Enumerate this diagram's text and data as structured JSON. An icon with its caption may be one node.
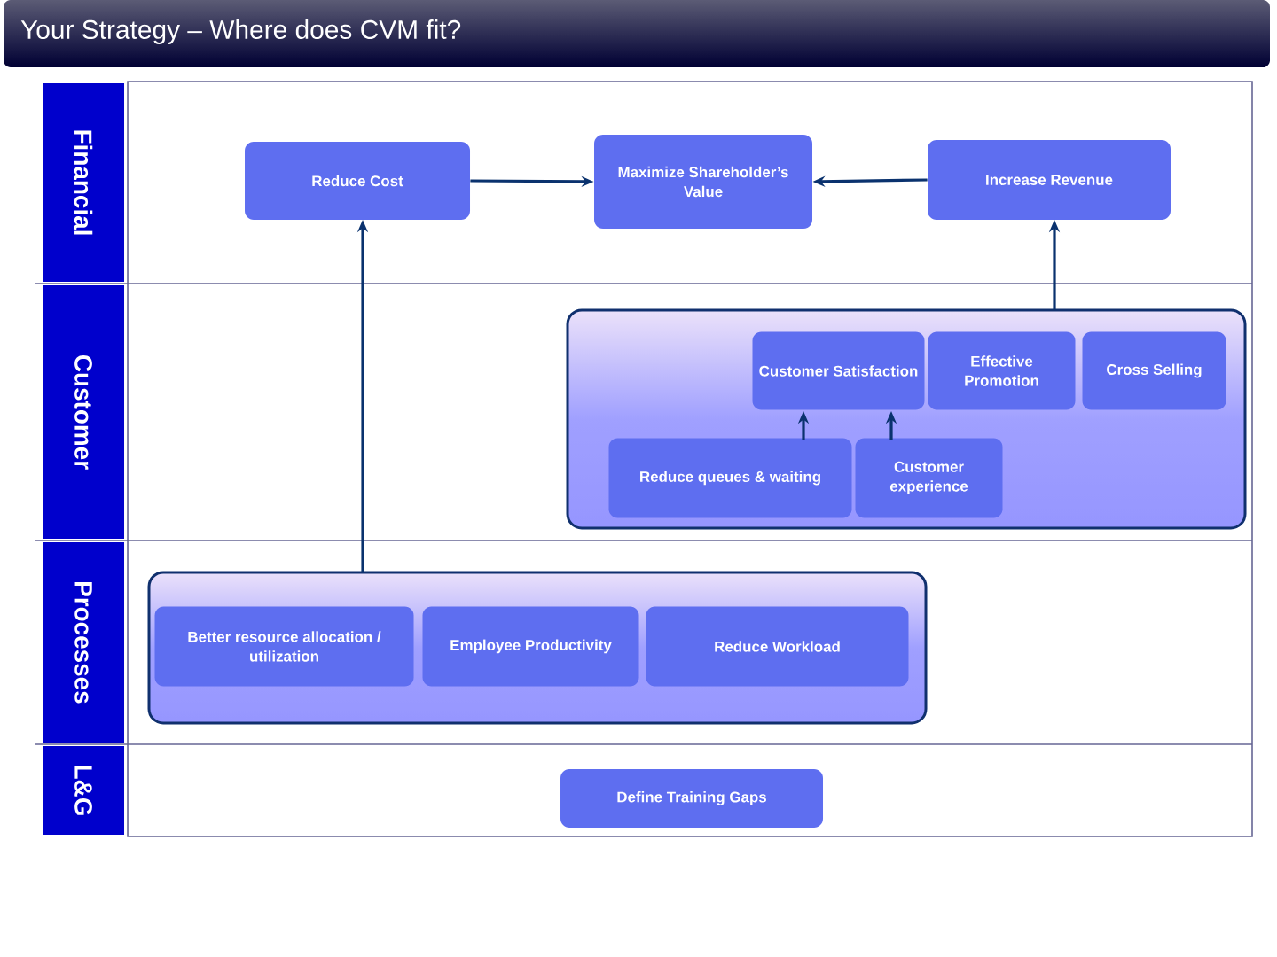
{
  "diagram": {
    "title": "Your Strategy – Where does CVM fit?",
    "nodes": [
      {
        "text": [
          "Financial"
        ]
      },
      {
        "text": [
          "Customer"
        ]
      },
      {
        "text": [
          "Processes"
        ]
      },
      {
        "text": [
          "L&G"
        ]
      },
      {
        "text": [
          "Reduce Cost"
        ]
      },
      {
        "text": [
          "Maximize Shareholder’s Value"
        ]
      },
      {
        "text": [
          "Increase Revenue"
        ]
      },
      {
        "text": [],
        "shape": "box"
      },
      {
        "text": [
          "Customer Satisfaction"
        ],
        "in": 7
      },
      {
        "text": [
          "Effective Promotion"
        ],
        "in": 7
      },
      {
        "text": [
          "Cross Selling"
        ],
        "in": 7
      },
      {
        "text": [
          "Reduce queues & waiting"
        ],
        "in": 7
      },
      {
        "text": [
          "Customer experience"
        ],
        "in": 7
      },
      {
        "text": [],
        "shape": "box"
      },
      {
        "text": [
          "Better resource allocation / utilization"
        ],
        "in": 13
      },
      {
        "text": [
          "Employee Productivity"
        ],
        "in": 13
      },
      {
        "text": [
          "Reduce Workload"
        ],
        "in": 13
      },
      {
        "text": [
          "Define Training Gaps"
        ]
      }
    ],
    "edges": [
      {
        "from": 4,
        "to": 5,
        "arrow": "to"
      },
      {
        "from": 6,
        "to": 5,
        "arrow": "to"
      },
      {
        "from": 7,
        "to": 6,
        "arrow": "to"
      },
      {
        "from": 13,
        "to": 4,
        "arrow": "to"
      },
      {
        "from": 11,
        "to": 8,
        "arrow": "to"
      },
      {
        "from": 12,
        "to": 8,
        "arrow": "to"
      }
    ]
  }
}
